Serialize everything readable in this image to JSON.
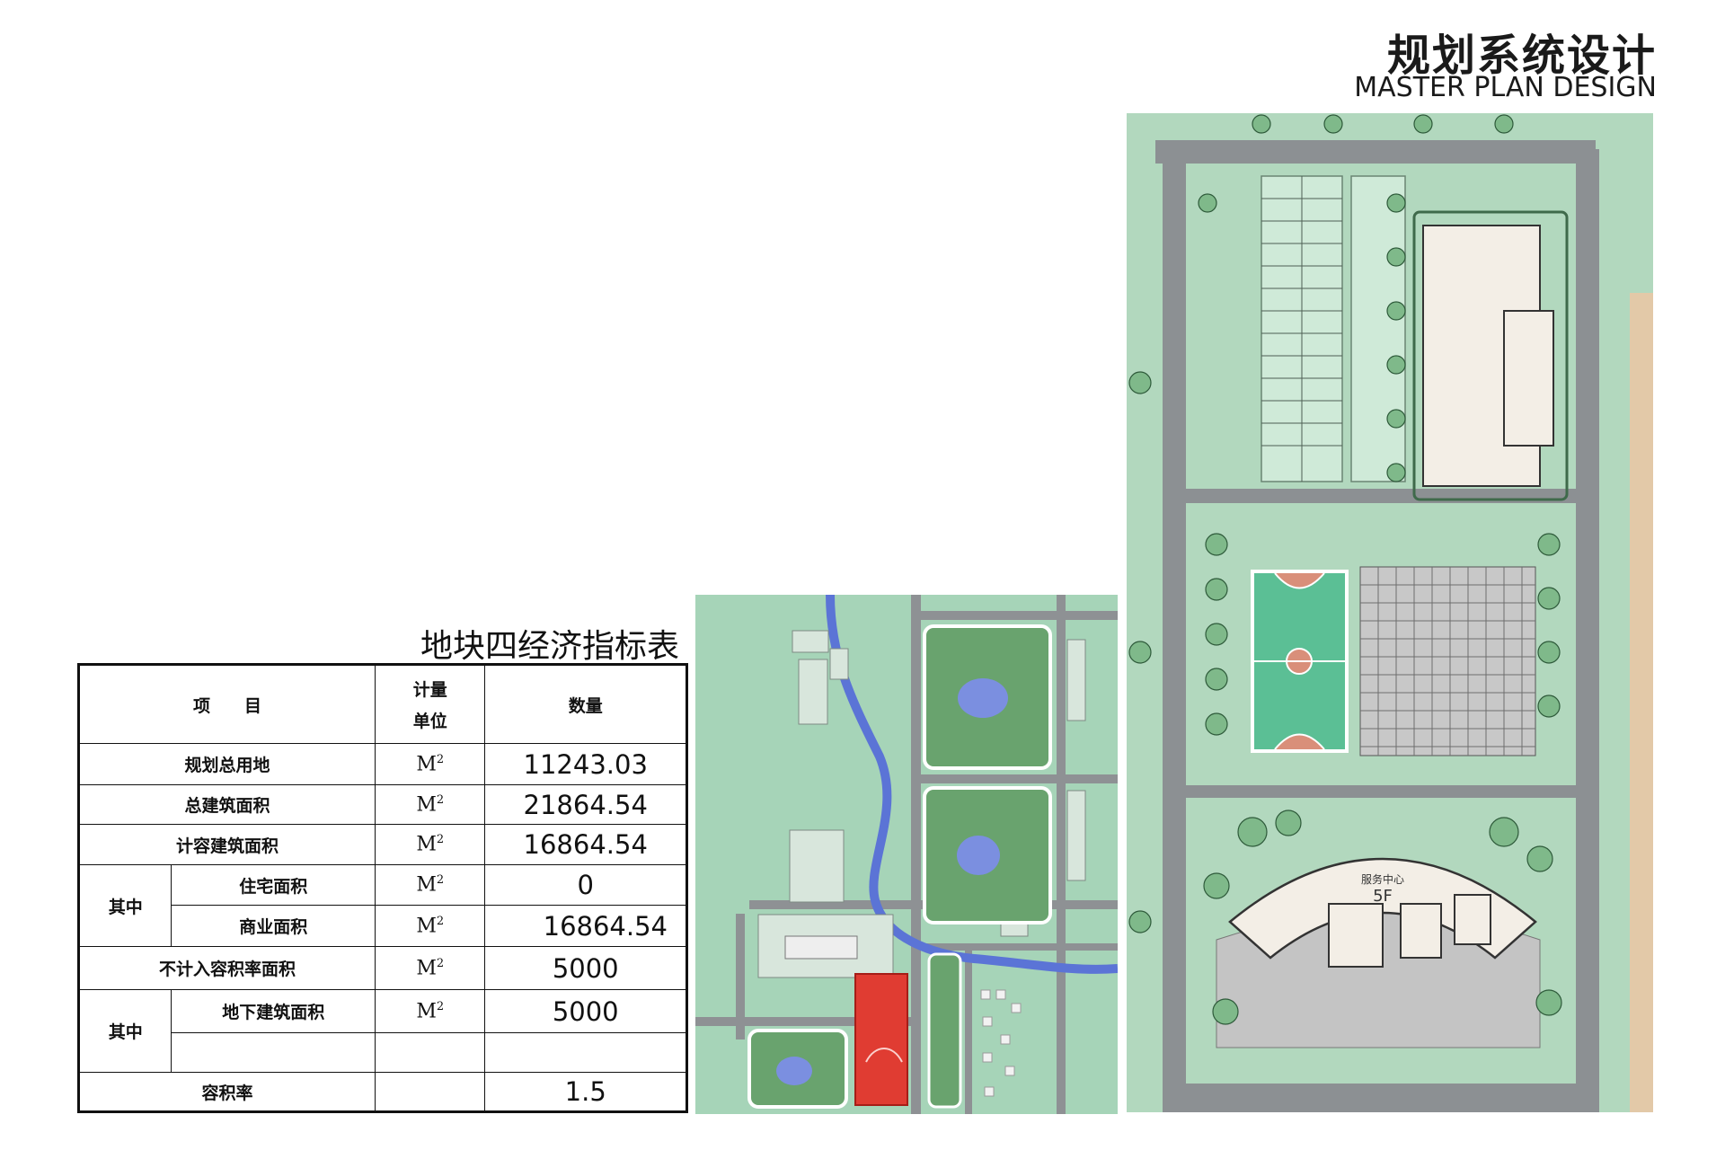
{
  "header": {
    "title_cn": "规划系统设计",
    "title_en": "MASTER PLAN DESIGN"
  },
  "table": {
    "title": "地块四经济指标表",
    "col_item": "项　　目",
    "col_unit_line1": "计量",
    "col_unit_line2": "单位",
    "col_qty": "数量",
    "unit_m": "M",
    "unit_sup": "2",
    "group_label": "其中",
    "rows": [
      {
        "label": "规划总用地",
        "value": "11243.03"
      },
      {
        "label": "总建筑面积",
        "value": "21864.54"
      },
      {
        "label": "计容建筑面积",
        "value": "16864.54"
      },
      {
        "label": "住宅面积",
        "value": "0"
      },
      {
        "label": "商业面积",
        "value": "16864.54"
      },
      {
        "label": "不计入容积率面积",
        "value": "5000"
      },
      {
        "label": "地下建筑面积",
        "value": "5000"
      },
      {
        "label": "容积率",
        "value": "1.5"
      }
    ]
  },
  "site_plan": {
    "building_label": "服务中心",
    "building_floors": "5F"
  },
  "colors": {
    "grass": "#a8d2b6",
    "road": "#8c9093",
    "highlight": "#e03c32",
    "court": "#5bbf95",
    "water": "#5b74d6"
  }
}
